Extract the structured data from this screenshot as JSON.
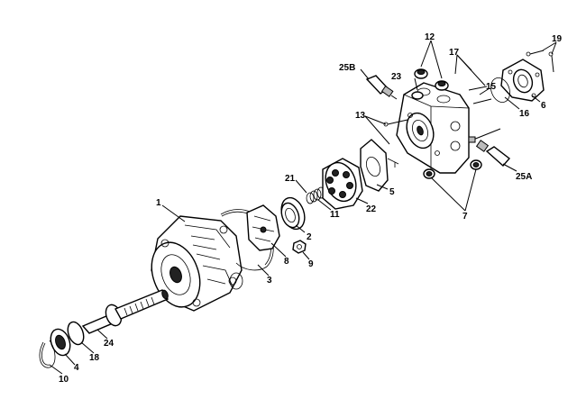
{
  "callouts": {
    "c1": "1",
    "c2": "2",
    "c3": "3",
    "c4": "4",
    "c5": "5",
    "c6": "6",
    "c7": "7",
    "c8": "8",
    "c9": "9",
    "c10": "10",
    "c11": "11",
    "c12": "12",
    "c13": "13",
    "c15": "15",
    "c16": "16",
    "c17": "17",
    "c18": "18",
    "c19": "19",
    "c21": "21",
    "c22": "22",
    "c23": "23",
    "c24": "24",
    "c25a": "25A",
    "c25b": "25B"
  }
}
